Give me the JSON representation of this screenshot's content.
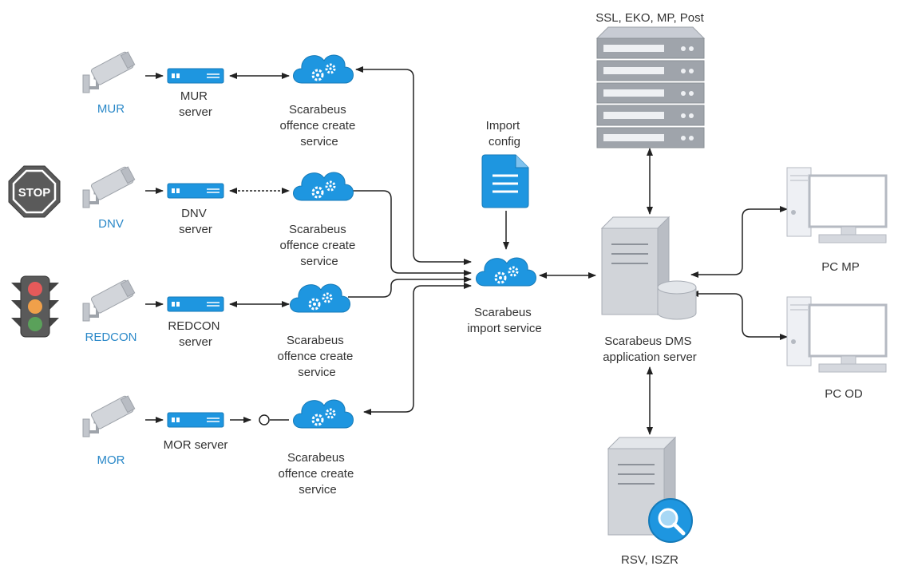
{
  "sources": [
    {
      "camera_label": "MUR",
      "server_label_lines": [
        "MUR",
        "server"
      ]
    },
    {
      "camera_label": "DNV",
      "server_label_lines": [
        "DNV",
        "server"
      ]
    },
    {
      "camera_label": "REDCON",
      "server_label_lines": [
        "REDCON",
        "server"
      ]
    },
    {
      "camera_label": "MOR",
      "server_label_lines": [
        "MOR server"
      ]
    }
  ],
  "stop_sign_text": "STOP",
  "offence_service_lines": [
    "Scarabeus",
    "offence create",
    "service"
  ],
  "import_config_lines": [
    "Import",
    "config"
  ],
  "import_service_lines": [
    "Scarabeus",
    "import service"
  ],
  "db_server_label": "SSL, EKO, MP, Post",
  "dms_server_lines": [
    "Scarabeus DMS",
    "application server"
  ],
  "rsv_label": "RSV, ISZR",
  "pc_mp_label": "PC MP",
  "pc_od_label": "PC OD",
  "colors": {
    "accent": "#2a88c8",
    "cloud": "#1e96e0",
    "server_blue": "#1e96e0",
    "gray_device": "#c8ccd4",
    "text": "#333333"
  }
}
